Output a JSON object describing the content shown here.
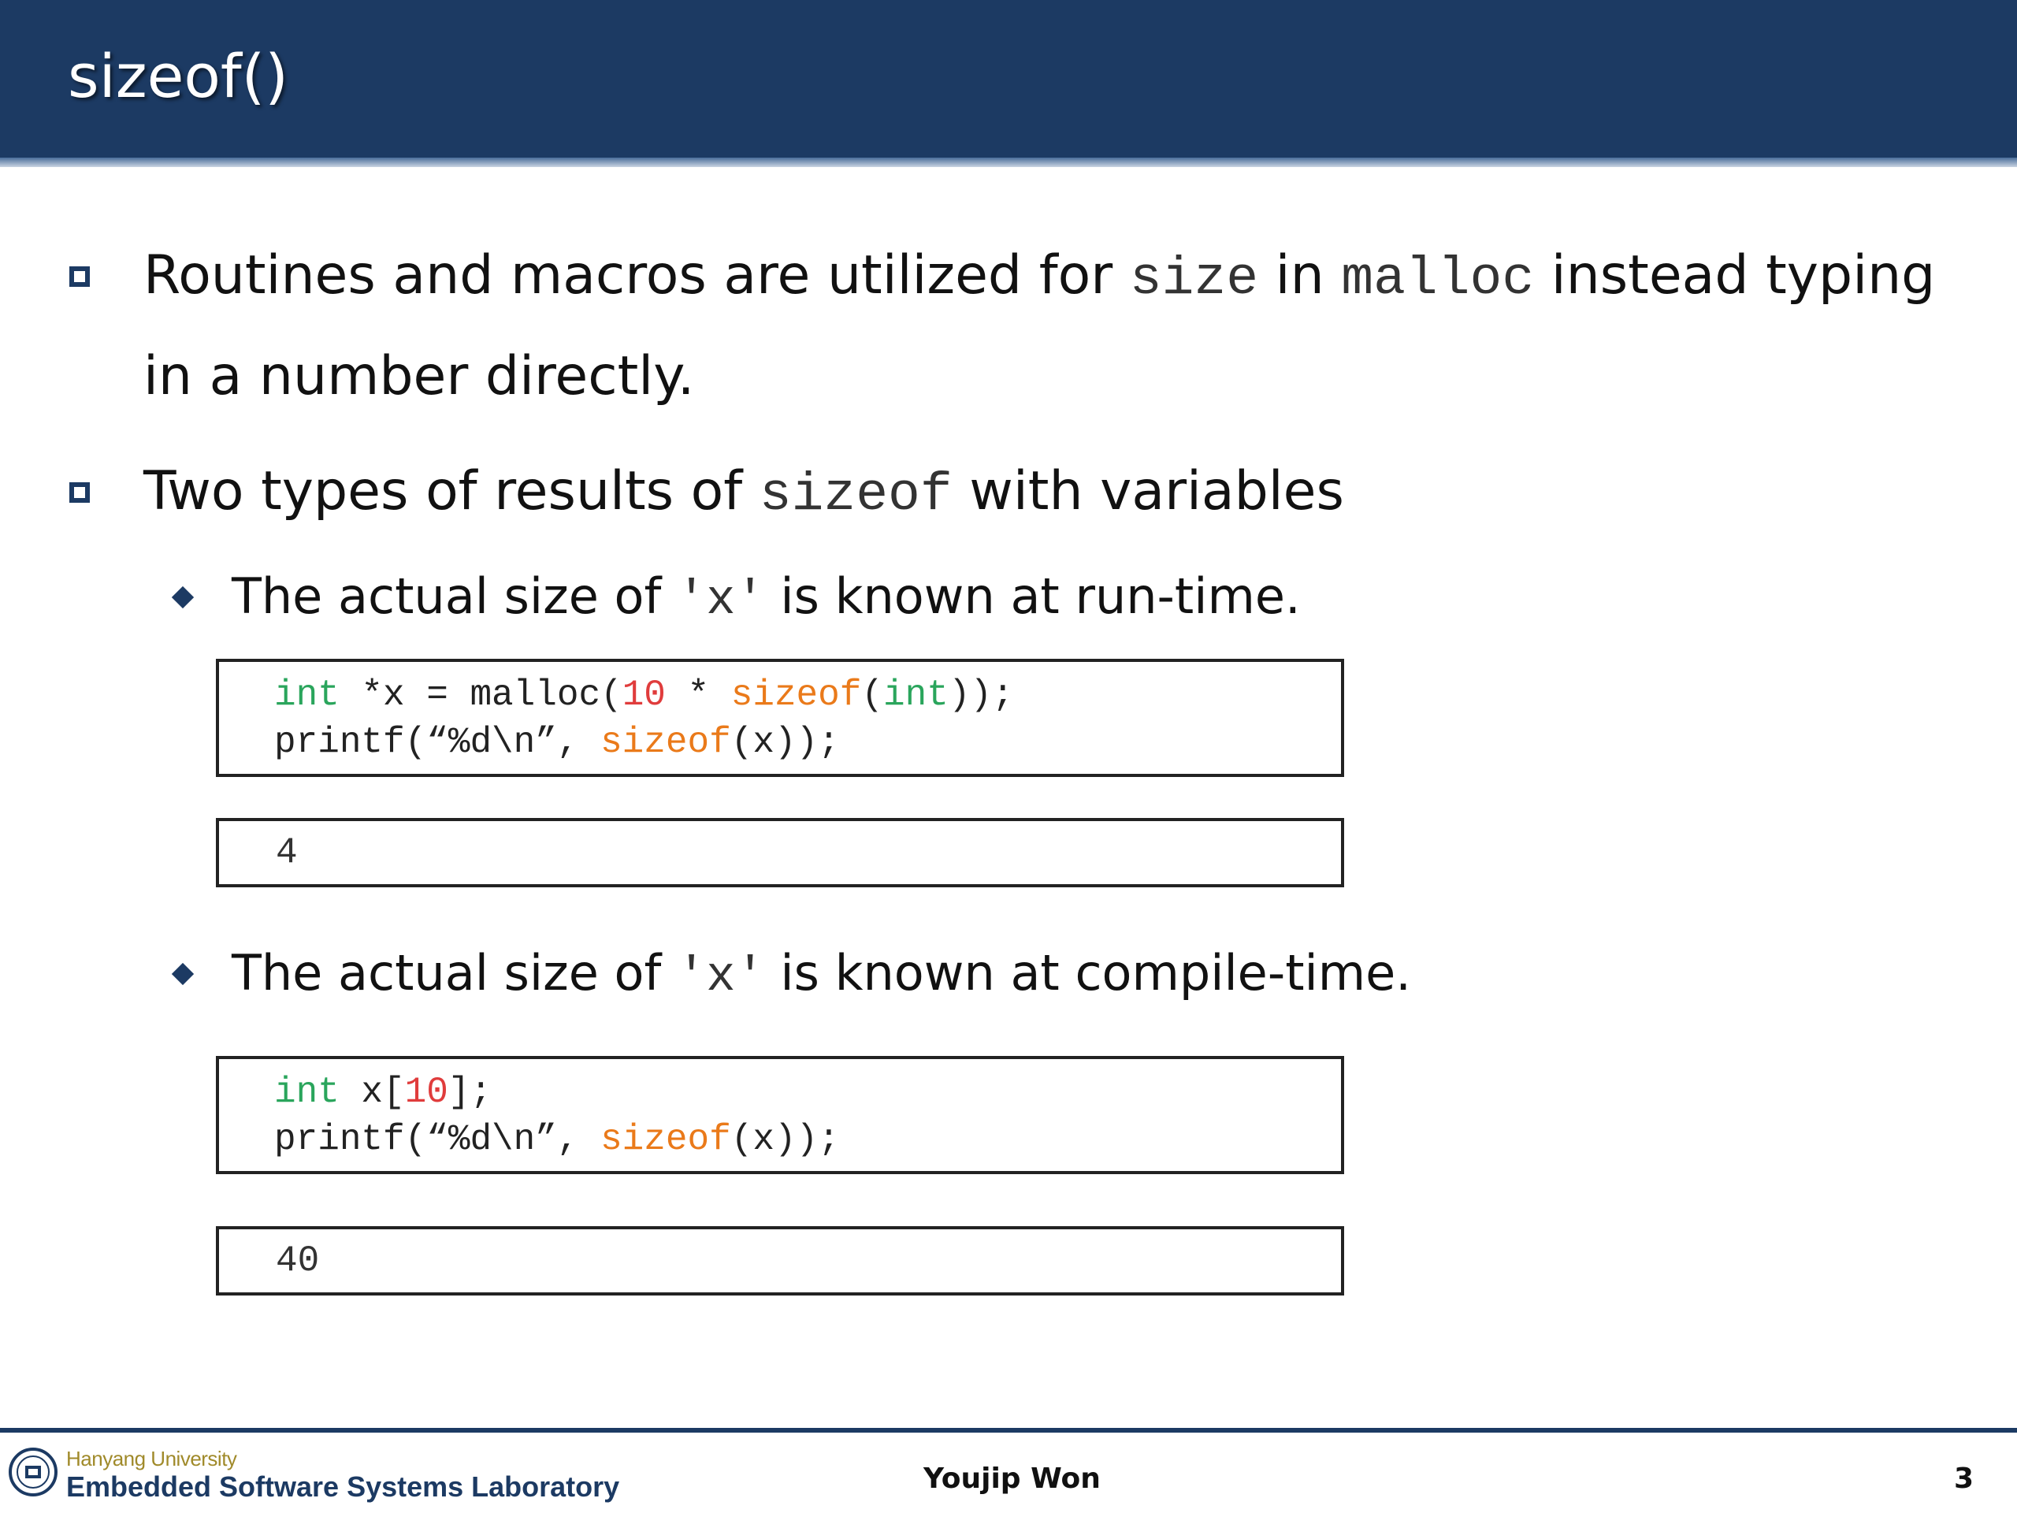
{
  "slide": {
    "title": "sizeof()",
    "bullets": [
      {
        "segments": [
          {
            "text": "Routines and macros are utilized for ",
            "code": false
          },
          {
            "text": "size",
            "code": true
          },
          {
            "text": " in ",
            "code": false
          },
          {
            "text": "malloc",
            "code": true
          },
          {
            "text": " instead typing",
            "code": false
          }
        ],
        "continuation": "in a number directly."
      },
      {
        "segments": [
          {
            "text": "Two types of results of ",
            "code": false
          },
          {
            "text": "sizeof",
            "code": true
          },
          {
            "text": " with  variables",
            "code": false
          }
        ]
      }
    ],
    "examples": [
      {
        "caption_before": "The actual size of ",
        "caption_code": "'x'",
        "caption_after": " is known at run-time.",
        "code_lines": [
          [
            {
              "text": "int",
              "style": "green"
            },
            {
              "text": " *x = malloc(",
              "style": "plain"
            },
            {
              "text": "10",
              "style": "red"
            },
            {
              "text": " * ",
              "style": "plain"
            },
            {
              "text": "sizeof",
              "style": "orange"
            },
            {
              "text": "(",
              "style": "plain"
            },
            {
              "text": "int",
              "style": "green"
            },
            {
              "text": "));",
              "style": "plain"
            }
          ],
          [
            {
              "text": "printf(“%d\\n”, ",
              "style": "plain"
            },
            {
              "text": "sizeof",
              "style": "orange"
            },
            {
              "text": "(x));",
              "style": "plain"
            }
          ]
        ],
        "output": "4"
      },
      {
        "caption_before": "The actual size of ",
        "caption_code": "'x'",
        "caption_after": " is known at compile-time.",
        "code_lines": [
          [
            {
              "text": "int",
              "style": "green"
            },
            {
              "text": " x[",
              "style": "plain"
            },
            {
              "text": "10",
              "style": "red"
            },
            {
              "text": "];",
              "style": "plain"
            }
          ],
          [
            {
              "text": "printf(“%d\\n”, ",
              "style": "plain"
            },
            {
              "text": "sizeof",
              "style": "orange"
            },
            {
              "text": "(x));",
              "style": "plain"
            }
          ]
        ],
        "output": "40"
      }
    ]
  },
  "footer": {
    "university": "Hanyang University",
    "lab": "Embedded Software Systems Laboratory",
    "author": "Youjip Won",
    "page": "3"
  },
  "colors": {
    "header_bg": "#1c3a63",
    "keyword_green": "#2aa55c",
    "keyword_orange": "#ea7a1a",
    "number_red": "#e03c3c"
  },
  "icons": {
    "bullet_level1": "hollow-square-bullet-icon",
    "bullet_level2": "diamond-bullet-icon",
    "logo": "hanyang-university-seal-icon"
  }
}
